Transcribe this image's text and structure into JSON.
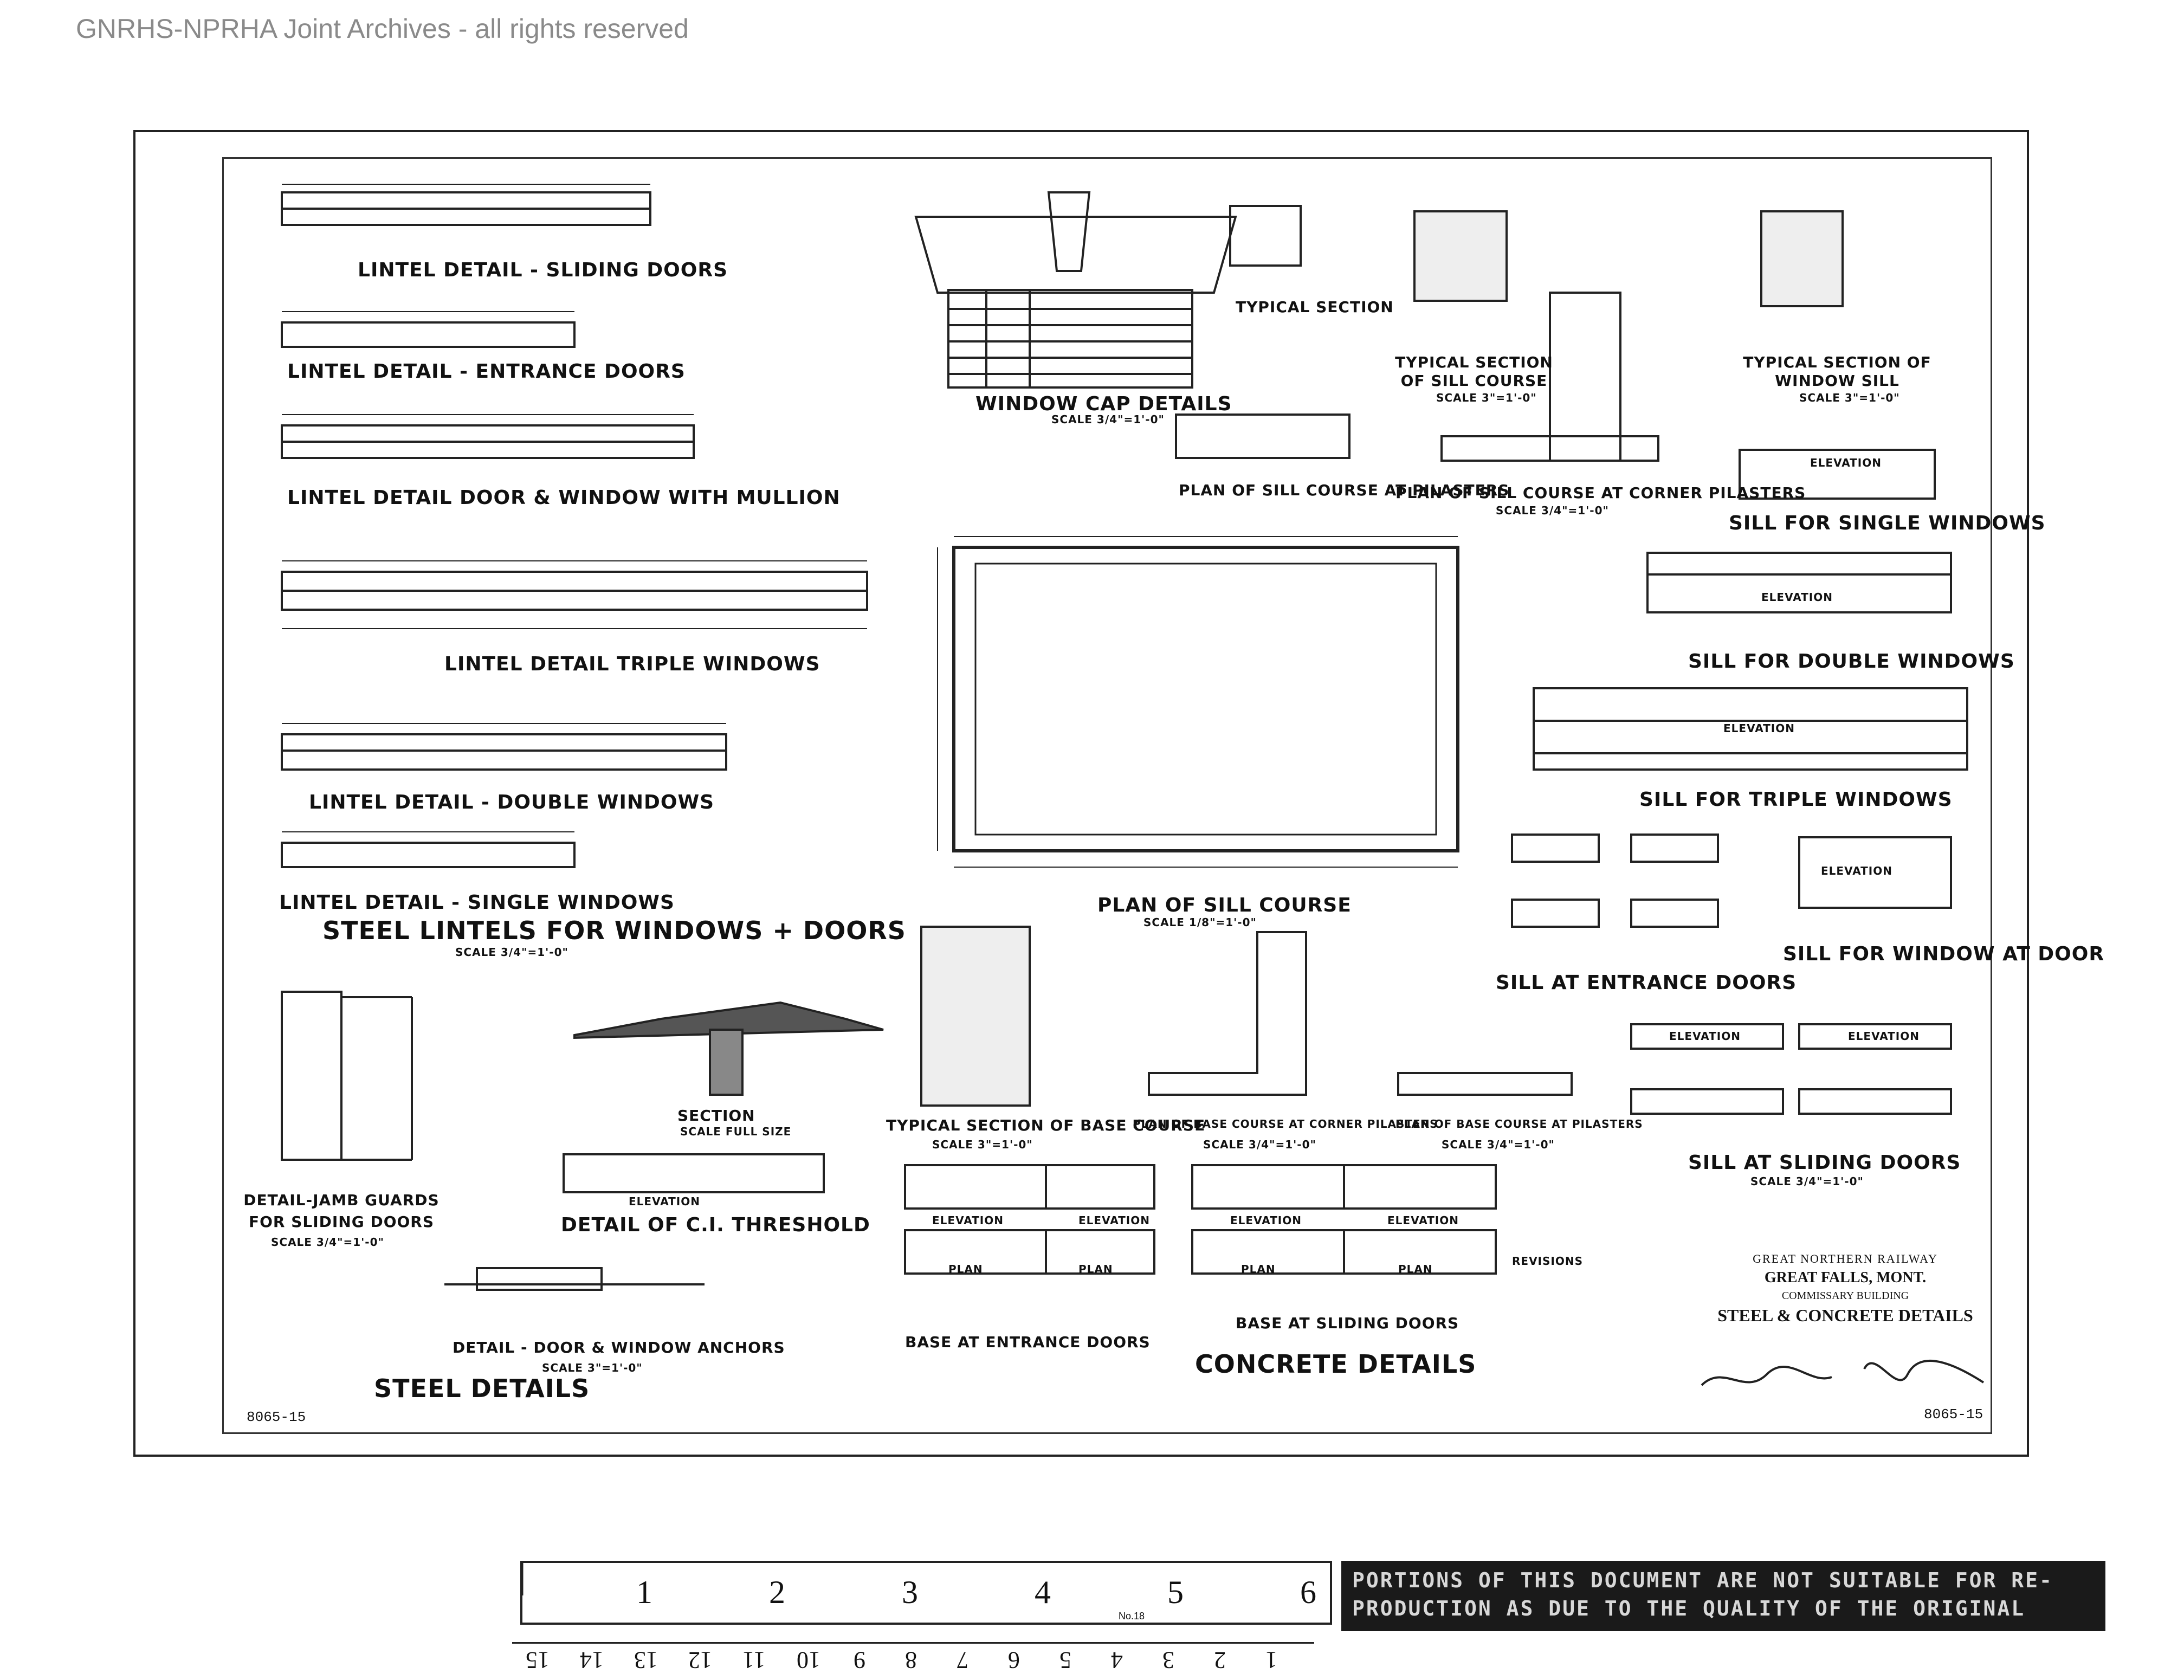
{
  "watermark": "GNRHS-NPRHA Joint Archives - all rights reserved",
  "sheet_number": "8065-15",
  "labels": {
    "lintel_sliding": "LINTEL DETAIL - SLIDING DOORS",
    "lintel_entrance": "LINTEL DETAIL - ENTRANCE DOORS",
    "lintel_mullion": "LINTEL DETAIL  DOOR & WINDOW WITH MULLION",
    "lintel_triple": "LINTEL DETAIL TRIPLE WINDOWS",
    "lintel_double": "LINTEL DETAIL - DOUBLE WINDOWS",
    "lintel_single": "LINTEL DETAIL - SINGLE WINDOWS",
    "steel_lintels": "STEEL LINTELS FOR WINDOWS + DOORS",
    "steel_lintels_scale": "SCALE 3/4\"=1'-0\"",
    "window_cap": "WINDOW CAP DETAILS",
    "window_cap_scale": "SCALE 3/4\"=1'-0\"",
    "typical_section": "TYPICAL SECTION",
    "typical_sill_course": "TYPICAL SECTION OF SILL COURSE",
    "typical_sill_course_scale": "SCALE 3\"=1'-0\"",
    "typical_window_sill": "TYPICAL SECTION OF WINDOW SILL",
    "typical_window_sill_scale": "SCALE 3\"=1'-0\"",
    "plan_sill_pilasters": "PLAN OF SILL COURSE AT PILASTERS",
    "plan_sill_corner": "PLAN OF SILL COURSE AT CORNER PILASTERS",
    "plan_sill_corner_scale": "SCALE 3/4\"=1'-0\"",
    "sill_single": "SILL FOR SINGLE WINDOWS",
    "sill_double": "SILL FOR DOUBLE WINDOWS",
    "sill_triple": "SILL FOR TRIPLE WINDOWS",
    "plan_of_sill_course": "PLAN OF SILL COURSE",
    "plan_of_sill_course_scale": "SCALE 1/8\"=1'-0\"",
    "sill_entrance": "SILL AT ENTRANCE DOORS",
    "sill_window_door": "SILL FOR WINDOW AT DOOR",
    "sill_sliding": "SILL AT SLIDING DOORS",
    "sill_sliding_scale": "SCALE 3/4\"=1'-0\"",
    "section": "SECTION",
    "section_scale": "SCALE FULL SIZE",
    "typical_base_course": "TYPICAL SECTION OF BASE COURSE",
    "typical_base_scale": "SCALE 3\"=1'-0\"",
    "plan_base_corner": "PLAN OF BASE COURSE AT CORNER PILASTERS",
    "plan_base_pilasters": "PLAN OF BASE COURSE AT PILASTERS",
    "base_scale": "SCALE 3/4\"=1'-0\"",
    "jamb_guards": "DETAIL-JAMB GUARDS FOR SLIDING DOORS",
    "jamb_scale": "SCALE 3/4\"=1'-0\"",
    "threshold_elev": "ELEVATION",
    "threshold": "DETAIL OF C.I. THRESHOLD",
    "anchors": "DETAIL - DOOR & WINDOW ANCHORS",
    "anchors_scale": "SCALE 3\"=1'-0\"",
    "steel_details": "STEEL DETAILS",
    "base_entrance": "BASE AT ENTRANCE DOORS",
    "base_sliding": "BASE AT SLIDING DOORS",
    "concrete_details": "CONCRETE DETAILS",
    "elevation": "ELEVATION",
    "plan": "PLAN",
    "revisions": "REVISIONS"
  },
  "title_block": {
    "railway": "GREAT NORTHERN RAILWAY",
    "city": "GREAT FALLS, MONT.",
    "building": "COMMISSARY BUILDING",
    "title": "STEEL & CONCRETE DETAILS"
  },
  "ruler": {
    "top_numbers": [
      "1",
      "2",
      "3",
      "4",
      "5",
      "6"
    ],
    "bottom_numbers": [
      "1",
      "2",
      "3",
      "4",
      "5",
      "6",
      "7",
      "8",
      "9",
      "10",
      "11",
      "12",
      "13",
      "14",
      "15"
    ],
    "maker": "No.18"
  },
  "notice": "PORTIONS OF THIS DOCUMENT ARE NOT SUITABLE FOR RE-PRODUCTION AS DUE TO THE QUALITY OF THE ORIGINAL"
}
